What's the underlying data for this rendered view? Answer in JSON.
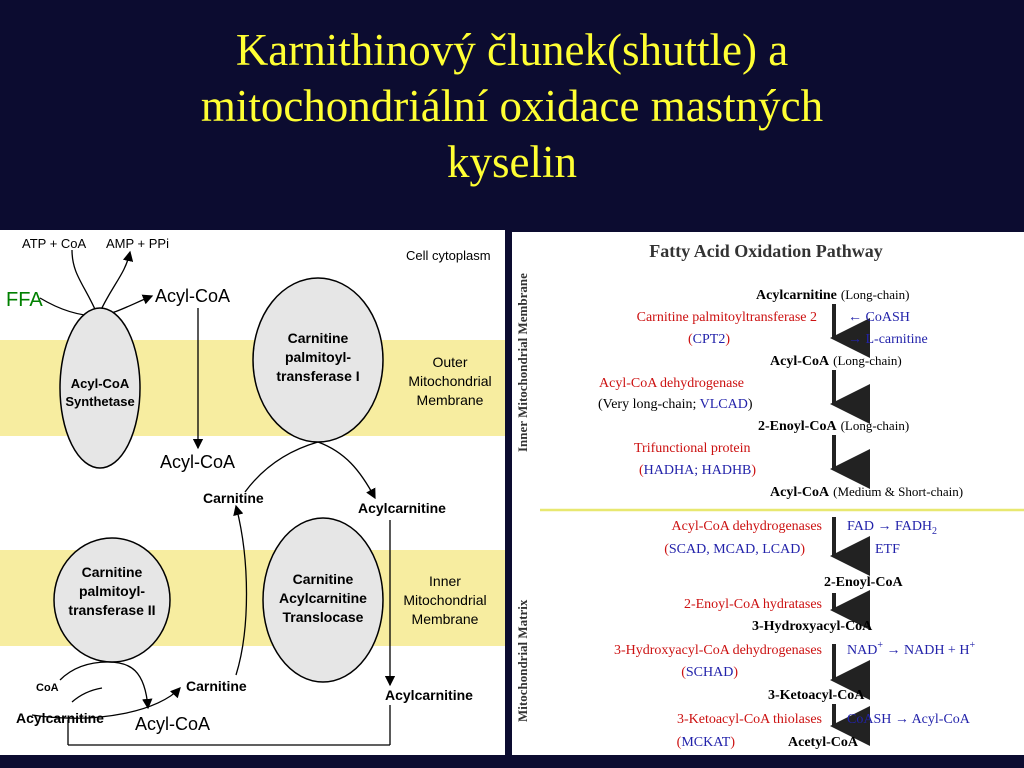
{
  "title": {
    "line1": "Karnithinový člunek(shuttle) a",
    "line2": "mitochondriální oxidace mastných",
    "line3": "kyselin"
  },
  "left_diagram": {
    "atp_coa": "ATP + CoA",
    "amp_ppi": "AMP + PPi",
    "cell_cytoplasm": "Cell cytoplasm",
    "ffa": "FFA",
    "acyl_coa": "Acyl-CoA",
    "synthetase": [
      "Acyl-CoA",
      "Synthetase"
    ],
    "cpt1": [
      "Carnitine",
      "palmitoyl-",
      "transferase I"
    ],
    "outer_membrane": [
      "Outer",
      "Mitochondrial",
      "Membrane"
    ],
    "carnitine": "Carnitine",
    "acylcarnitine": "Acylcarnitine",
    "cpt2": [
      "Carnitine",
      "palmitoyl-",
      "transferase II"
    ],
    "translocase": [
      "Carnitine",
      "Acylcarnitine",
      "Translocase"
    ],
    "inner_membrane": [
      "Inner",
      "Mitochondrial",
      "Membrane"
    ],
    "coa": "CoA",
    "colors": {
      "membrane": "#f7eda0",
      "ellipse": "#e6e6e6",
      "ffa": "#008000"
    }
  },
  "right_diagram": {
    "title": "Fatty Acid Oxidation Pathway",
    "side_inner": "Inner Mitochondrial Membrane",
    "side_matrix": "Mitochondrial Matrix",
    "colors": {
      "enzyme": "#cc1111",
      "abbr": "#2222aa",
      "divider": "#e8e870"
    },
    "rows": {
      "acylcarnitine": "Acylcarnitine",
      "long_chain": "(Long-chain)",
      "cpt2_name": "Carnitine palmitoyltransferase 2",
      "coash": "← CoASH",
      "cpt2_open": "(",
      "cpt2_abbr": "CPT2",
      "cpt2_close": ")",
      "l_carnitine": "→ L-carnitine",
      "acyl_coa": "Acyl-CoA",
      "long_chain2": "(Long-chain)",
      "acd": "Acyl-CoA dehydrogenase",
      "vlcad_open": "(Very long-chain; ",
      "vlcad": "VLCAD",
      "vlcad_close": ")",
      "enoyl": "2-Enoyl-CoA",
      "long_chain3": "(Long-chain)",
      "tfp": "Trifunctional protein",
      "hadha_open": "(",
      "hadha": "HADHA; HADHB",
      "hadha_close": ")",
      "acyl_coa2": "Acyl-CoA",
      "medium_short": "(Medium & Short-chain)",
      "acds": "Acyl-CoA dehydrogenases",
      "fad": "FAD → FADH",
      "fad_sub": "2",
      "scad_open": "(",
      "scad": "SCAD, MCAD, LCAD",
      "scad_close": ")",
      "etf": "ETF",
      "enoyl2": "2-Enoyl-CoA",
      "hydratases": "2-Enoyl-CoA hydratases",
      "hydroxyacyl": "3-Hydroxyacyl-CoA",
      "hadh": "3-Hydroxyacyl-CoA dehydrogenases",
      "nad": "NAD",
      "nad_sup": "+",
      "nadh": " → NADH + H",
      "nadh_sup": "+",
      "schad_open": "(",
      "schad": "SCHAD",
      "schad_close": ")",
      "ketoacyl": "3-Ketoacyl-CoA",
      "thiolases": "3-Ketoacyl-CoA thiolases",
      "coash2": "CoASH → Acyl-CoA",
      "mckat_open": "(",
      "mckat": "MCKAT",
      "mckat_close": ")",
      "acetyl": "Acetyl-CoA"
    }
  }
}
